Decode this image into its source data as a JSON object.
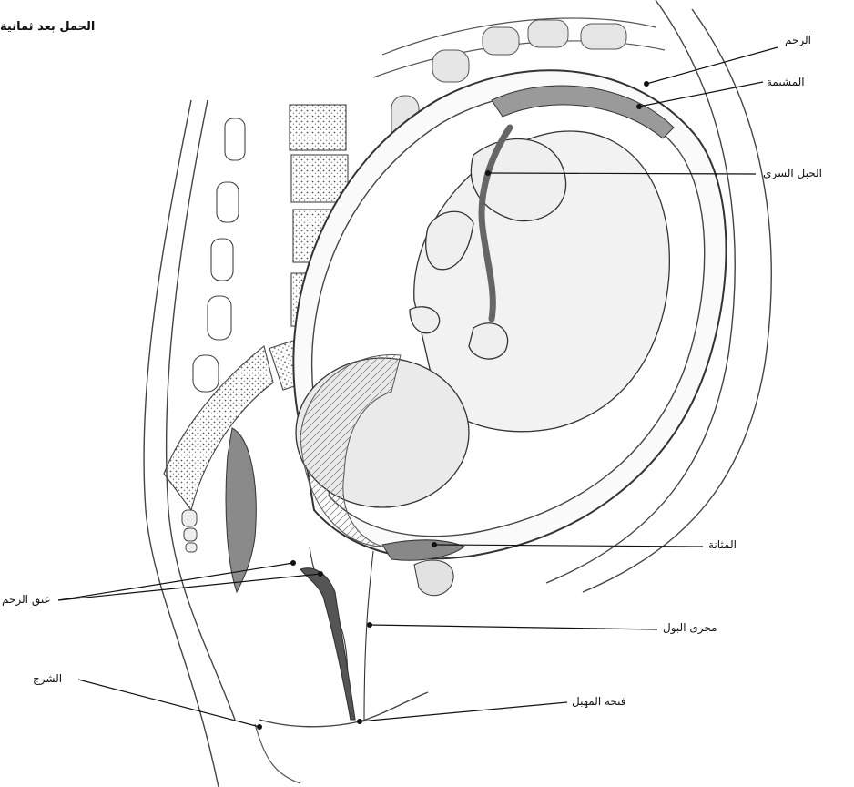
{
  "title": "الحمل بعد ثمانية",
  "labels": {
    "uterus": "الرحم",
    "placenta": "المشيمة",
    "umbilical_cord": "الحبل السري",
    "bladder": "المثانة",
    "cervix": "عنق الرحم",
    "urethra": "مجرى البول",
    "perineum": "الشرج",
    "vaginal_opening": "فتحة المهبل"
  },
  "colors": {
    "line": "#222222",
    "stipple": "#555555",
    "skin": "#f2f2f2"
  }
}
